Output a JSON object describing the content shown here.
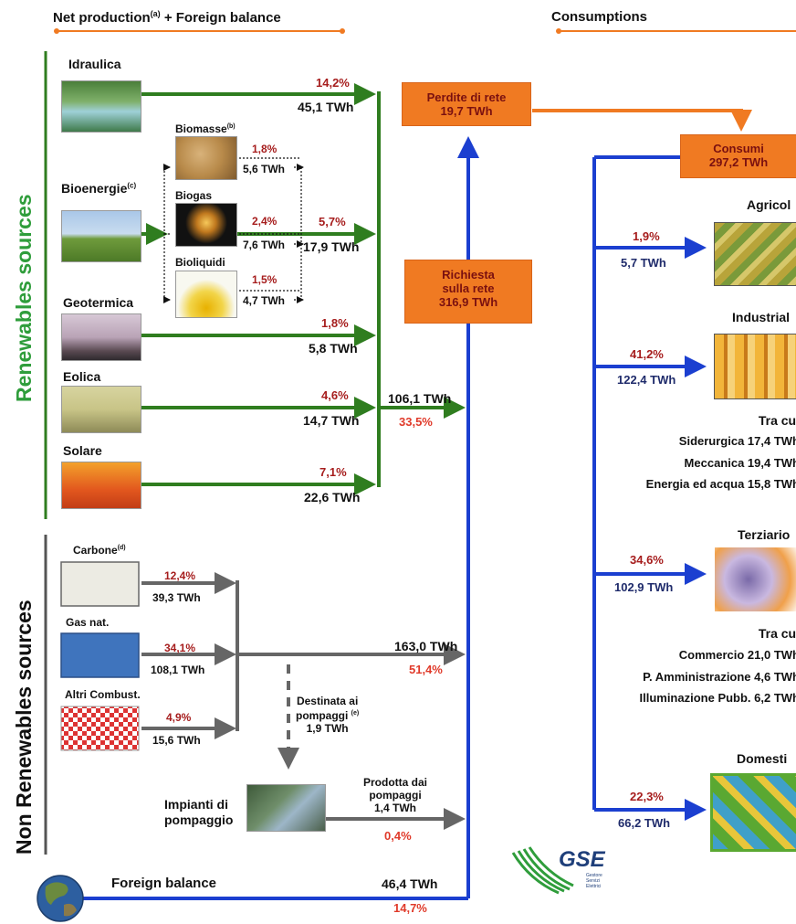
{
  "headers": {
    "left": "Net production",
    "left_sup": "(a)",
    "left_rest": " + Foreign balance",
    "right": "Consumptions"
  },
  "side_labels": {
    "renewable": "Renewables sources",
    "non_renewable": "Non Renewables sources"
  },
  "renewables": {
    "idraulica": {
      "label": "Idraulica",
      "pct": "14,2%",
      "twh": "45,1 TWh"
    },
    "bioenergie": {
      "label": "Bioenergie",
      "sup": "(c)",
      "pct": "5,7%",
      "twh": "17,9 TWh"
    },
    "biomasse": {
      "label": "Biomasse",
      "sup": "(b)",
      "pct": "1,8%",
      "twh": "5,6 TWh"
    },
    "biogas": {
      "label": "Biogas",
      "pct": "2,4%",
      "twh": "7,6 TWh"
    },
    "bioliquidi": {
      "label": "Bioliquidi",
      "pct": "1,5%",
      "twh": "4,7 TWh"
    },
    "geotermica": {
      "label": "Geotermica",
      "pct": "1,8%",
      "twh": "5,8 TWh"
    },
    "eolica": {
      "label": "Eolica",
      "pct": "4,6%",
      "twh": "14,7 TWh"
    },
    "solare": {
      "label": "Solare",
      "pct": "7,1%",
      "twh": "22,6 TWh"
    },
    "total": {
      "twh": "106,1 TWh",
      "pct": "33,5%"
    }
  },
  "non_renewables": {
    "carbone": {
      "label": "Carbone",
      "sup": "(d)",
      "pct": "12,4%",
      "twh": "39,3 TWh"
    },
    "gas": {
      "label": "Gas nat.",
      "pct": "34,1%",
      "twh": "108,1 TWh"
    },
    "altri": {
      "label": "Altri Combust.",
      "pct": "4,9%",
      "twh": "15,6 TWh"
    },
    "total": {
      "twh": "163,0 TWh",
      "pct": "51,4%"
    },
    "destinata": {
      "line1": "Destinata ai",
      "line2": "pompaggi",
      "sup": "(e)",
      "line3": "1,9 TWh"
    },
    "impianti": {
      "line1": "Impianti di",
      "line2": "pompaggio"
    },
    "prodotta": {
      "line1": "Prodotta dai",
      "line2": "pompaggi",
      "line3": "1,4 TWh",
      "pct": "0,4%"
    }
  },
  "foreign": {
    "label": "Foreign balance",
    "twh": "46,4 TWh",
    "pct": "14,7%"
  },
  "boxes": {
    "perdite": {
      "line1": "Perdite di rete",
      "line2": "19,7 TWh"
    },
    "richiesta": {
      "line1": "Richiesta",
      "line2": "sulla rete",
      "line3": "316,9 TWh"
    },
    "consumi": {
      "line1": "Consumi",
      "line2": "297,2 TWh"
    }
  },
  "consumptions": {
    "agricoltura": {
      "label": "Agricol",
      "pct": "1,9%",
      "twh": "5,7 TWh"
    },
    "industria": {
      "label": "Industrial",
      "pct": "41,2%",
      "twh": "122,4 TWh",
      "sub_title": "Tra cui",
      "sub": [
        "Siderurgica 17,4 TWh",
        "Meccanica 19,4 TWh",
        "Energia ed acqua 15,8 TWh"
      ]
    },
    "terziario": {
      "label": "Terziario",
      "pct": "34,6%",
      "twh": "102,9 TWh",
      "sub_title": "Tra cui",
      "sub": [
        "Commercio 21,0 TWh",
        "P. Amministrazione 4,6 TWh",
        "Illuminazione Pubb. 6,2 TWh"
      ]
    },
    "domestico": {
      "label": "Domesti",
      "pct": "22,3%",
      "twh": "66,2 TWh"
    }
  },
  "logo": {
    "text": "GSE",
    "sub": [
      "Gestore",
      "Servizi",
      "Elettrici"
    ]
  },
  "colors": {
    "green": "#2f7d1f",
    "blue": "#1b3fd0",
    "orange": "#f07a22",
    "gray": "#666666",
    "dark_red": "#a61d1d",
    "red": "#e03a2a",
    "navy": "#1f2b6b"
  }
}
